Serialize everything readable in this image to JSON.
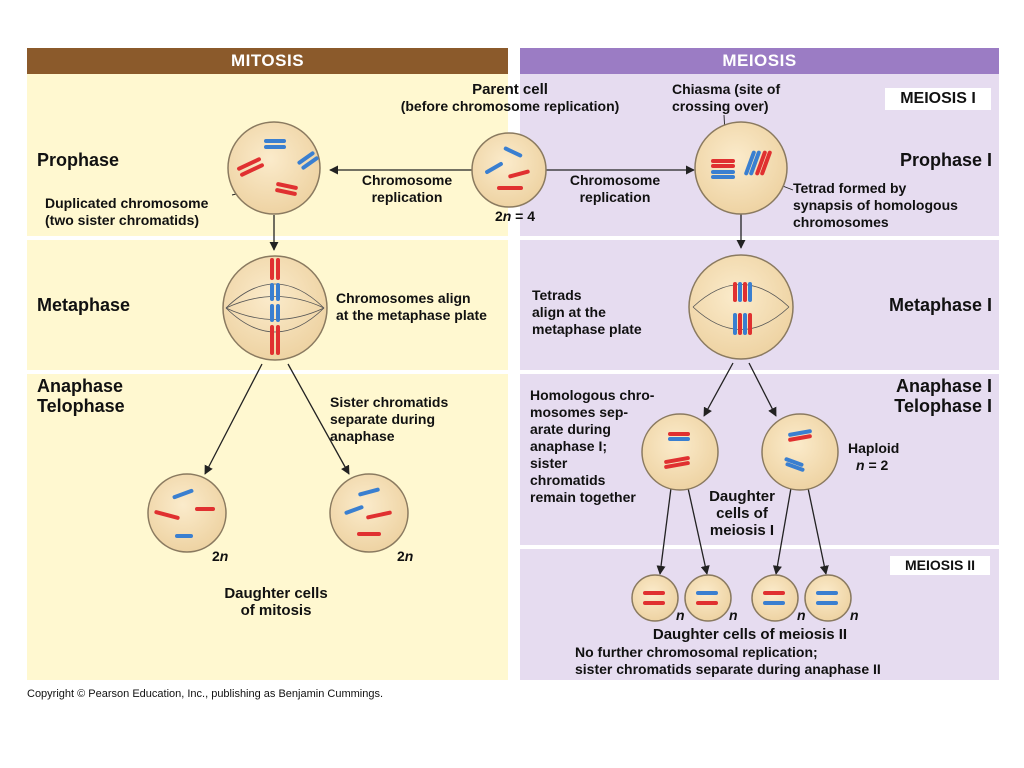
{
  "colors": {
    "mitosis_header": "#8B5A2B",
    "meiosis_header": "#9B7CC4",
    "mitosis_bg": "#FFF8D0",
    "meiosis_bg": "#E6DCF0",
    "cell_fill": "#F5DFB8",
    "cell_stroke": "#8A7A60",
    "chrom_red": "#E03030",
    "chrom_blue": "#3A7FD0",
    "arrow": "#222222"
  },
  "header": {
    "mitosis": "MITOSIS",
    "meiosis": "MEIOSIS"
  },
  "parent": {
    "title": "Parent cell",
    "subtitle": "(before chromosome replication)",
    "ploidy_2": "2",
    "ploidy_n": "n",
    "ploidy_val": " = 4"
  },
  "mitosis": {
    "prophase": "Prophase",
    "dup_line1": "Duplicated chromosome",
    "dup_line2": "(two sister chromatids)",
    "rep_line1": "Chromosome",
    "rep_line2": "replication",
    "metaphase": "Metaphase",
    "align_line1": "Chromosomes align",
    "align_line2": "at the metaphase plate",
    "anaphase": "Anaphase",
    "telophase": "Telophase",
    "sep_line1": "Sister chromatids",
    "sep_line2": "separate during",
    "sep_line3": "anaphase",
    "daughter_2": "2",
    "daughter_n": "n",
    "daughter_line1": "Daughter cells",
    "daughter_line2": "of mitosis"
  },
  "meiosis": {
    "meiosis1": "MEIOSIS I",
    "chiasma_line1": "Chiasma (site of",
    "chiasma_line2": "crossing over)",
    "rep_line1": "Chromosome",
    "rep_line2": "replication",
    "prophase": "Prophase I",
    "tetrad_line1": "Tetrad formed by",
    "tetrad_line2": "synapsis of homologous",
    "tetrad_line3": "chromosomes",
    "tetrads_line1": "Tetrads",
    "tetrads_line2": "align at the",
    "tetrads_line3": "metaphase plate",
    "metaphase": "Metaphase I",
    "anaphase": "Anaphase I",
    "telophase": "Telophase I",
    "homo_line1": "Homologous chro-",
    "homo_line2": "mosomes sep-",
    "homo_line3": "arate during",
    "homo_line4": "anaphase I;",
    "homo_line5": "sister",
    "homo_line6": "chromatids",
    "homo_line7": "remain together",
    "haploid": "Haploid",
    "haploid_n": "n",
    "haploid_val": " = 2",
    "d1_line1": "Daughter",
    "d1_line2": "cells of",
    "d1_line3": "meiosis I",
    "meiosis2": "MEIOSIS II",
    "n_label": "n",
    "d2_title": "Daughter cells of meiosis II",
    "d2_line1": "No further chromosomal replication;",
    "d2_line2": "sister chromatids separate during anaphase II"
  },
  "copyright": "Copyright © Pearson Education, Inc., publishing as Benjamin Cummings."
}
